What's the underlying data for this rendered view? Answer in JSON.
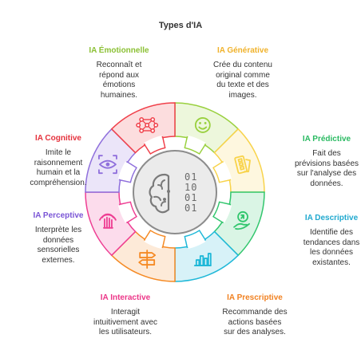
{
  "title": "Types d'IA",
  "center_icon": "brain-binary-icon",
  "center_binary": [
    "01",
    "10",
    "01",
    "01"
  ],
  "types": [
    {
      "key": "emotionnelle",
      "title": "IA Émotionnelle",
      "desc": [
        "Reconnaît et",
        "répond aux",
        "émotions",
        "humaines."
      ],
      "color": "#99d03e",
      "title_color": "#8bc034",
      "icon": "smiley-face-icon"
    },
    {
      "key": "generative",
      "title": "IA Générative",
      "desc": [
        "Crée du contenu",
        "original comme",
        "du texte et des",
        "images."
      ],
      "color": "#f8d34b",
      "title_color": "#f0b22b",
      "icon": "color-palette-icon"
    },
    {
      "key": "predictive",
      "title": "IA Prédictive",
      "desc": [
        "Fait des",
        "prévisions basées",
        "sur l'analyse des",
        "données."
      ],
      "color": "#31c66d",
      "title_color": "#2aba62",
      "icon": "hand-growth-icon"
    },
    {
      "key": "descriptive",
      "title": "IA Descriptive",
      "desc": [
        "Identifie des",
        "tendances dans",
        "les données",
        "existantes."
      ],
      "color": "#1fb8d8",
      "title_color": "#21a9cf",
      "icon": "bar-chart-icon"
    },
    {
      "key": "prescriptive",
      "title": "IA Prescriptive",
      "desc": [
        "Recommande des",
        "actions basées",
        "sur des analyses."
      ],
      "color": "#f58a24",
      "title_color": "#f18222",
      "icon": "signpost-icon"
    },
    {
      "key": "interactive",
      "title": "IA Interactive",
      "desc": [
        "Interagit",
        "intuitivement avec",
        "les utilisateurs."
      ],
      "color": "#ee3e93",
      "title_color": "#ec3688",
      "icon": "touch-gesture-icon"
    },
    {
      "key": "perceptive",
      "title": "IA Perceptive",
      "desc": [
        "Interprète les",
        "données",
        "sensorielles",
        "externes."
      ],
      "color": "#8f6fdc",
      "title_color": "#7a55d6",
      "icon": "eye-icon"
    },
    {
      "key": "cognitive",
      "title": "IA Cognitive",
      "desc": [
        "Imite le",
        "raisonnement",
        "humain et la",
        "compréhension."
      ],
      "color": "#f0404a",
      "title_color": "#e5323d",
      "icon": "neural-network-icon"
    }
  ]
}
